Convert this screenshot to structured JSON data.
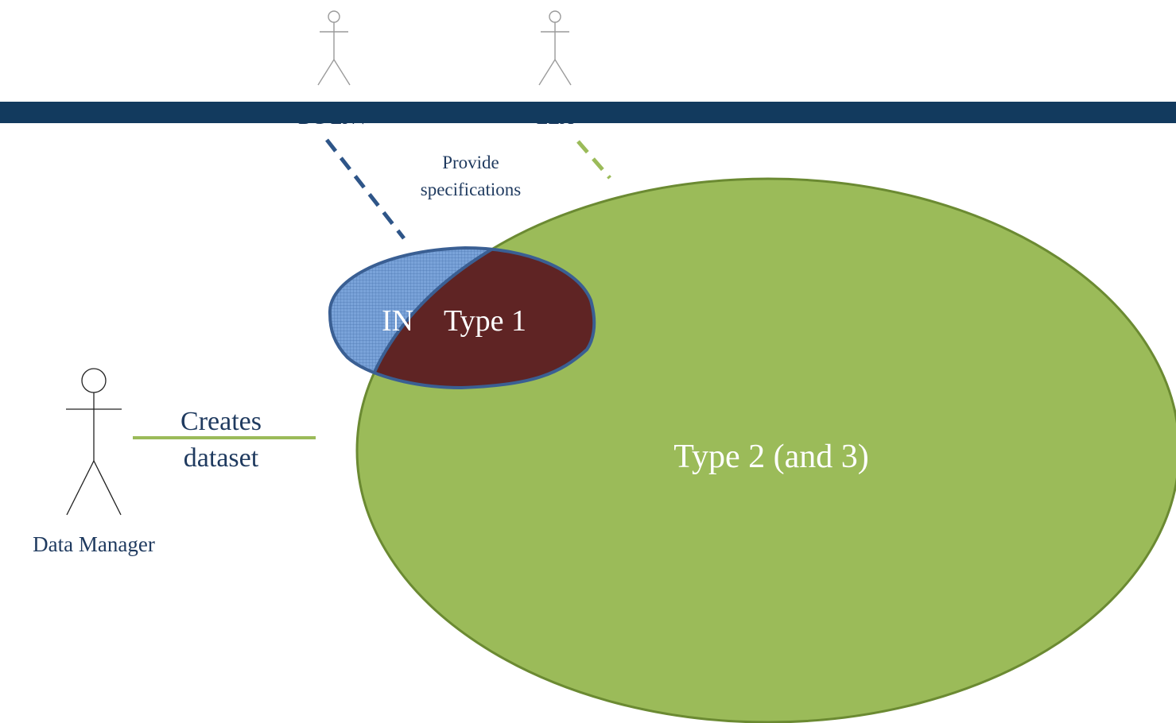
{
  "actors": {
    "top_left": {
      "name": "DG ENV"
    },
    "top_right": {
      "name": "EEA"
    },
    "data_manager": {
      "name": "Data Manager"
    }
  },
  "relations": {
    "provide_specifications": "Provide specifications",
    "creates_dataset_line1": "Creates",
    "creates_dataset_line2": "dataset"
  },
  "sets": {
    "inspire_label_fragment": "IN",
    "type1": "Type 1",
    "type2": "Type 2 (and 3)"
  },
  "colors": {
    "banner": "#123a5e",
    "green": "#9bbb59",
    "green_stroke": "#6b8a32",
    "blue": "#6f9bd3",
    "blue_stroke": "#3a5f93",
    "maroon": "#5f2424",
    "label_dark": "#1f3a5f"
  }
}
